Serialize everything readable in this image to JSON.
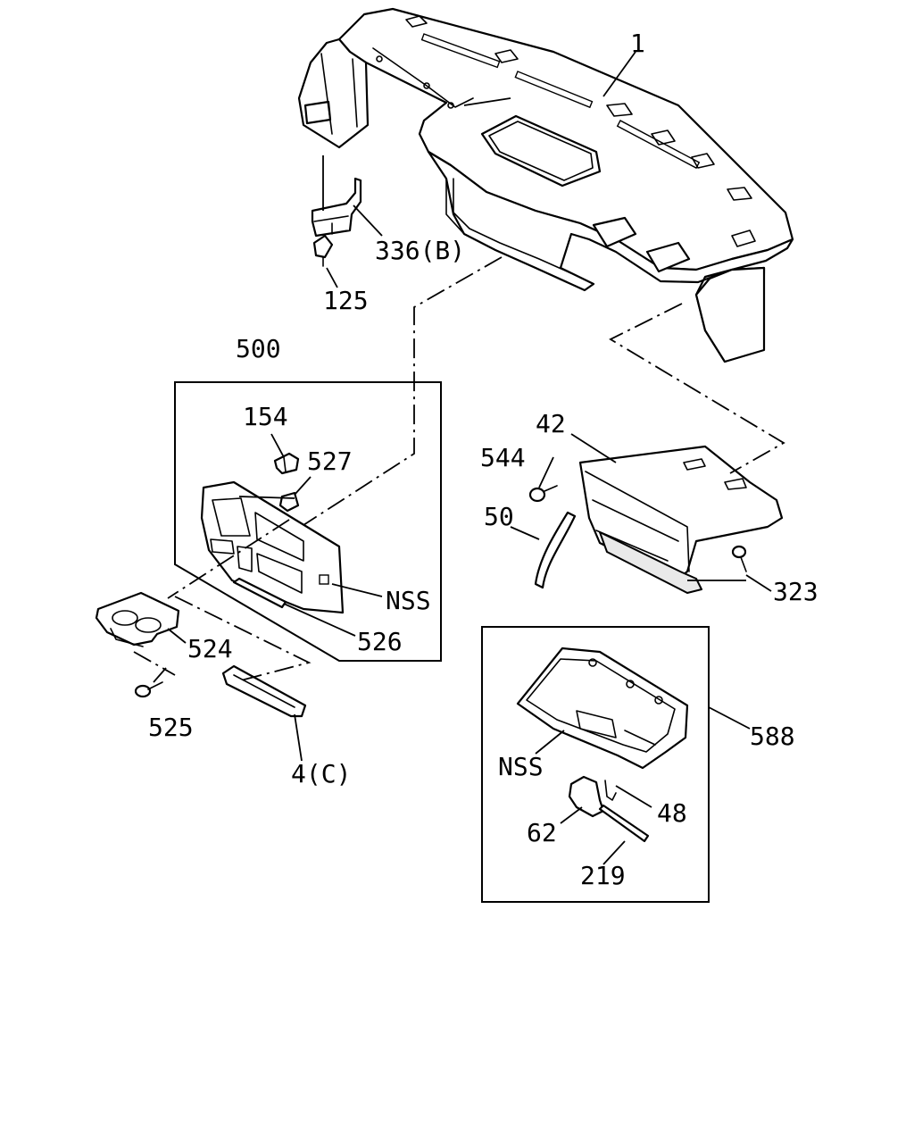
{
  "callouts": {
    "c1": "1",
    "c336b": "336(B)",
    "c125": "125",
    "c500": "500",
    "c154": "154",
    "c527": "527",
    "c544": "544",
    "c42": "42",
    "c50": "50",
    "c323": "323",
    "cnss1": "NSS",
    "c526": "526",
    "c524": "524",
    "c525": "525",
    "c4c": "4(C)",
    "c588": "588",
    "cnss2": "NSS",
    "c48": "48",
    "c62": "62",
    "c219": "219"
  }
}
